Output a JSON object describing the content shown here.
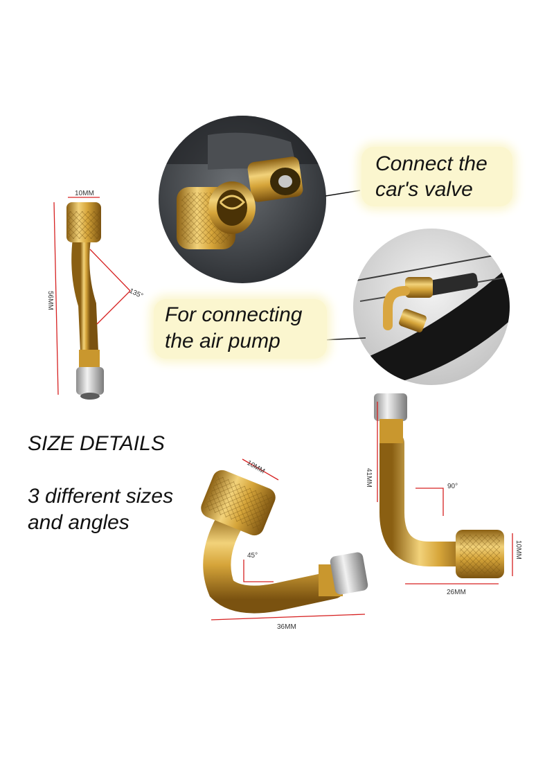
{
  "callouts": {
    "car_valve": [
      "Connect the",
      "car's valve"
    ],
    "air_pump": [
      "For connecting",
      "the air pump"
    ]
  },
  "text": {
    "size_details": "SIZE DETAILS",
    "sizes_line1": "3 different sizes",
    "sizes_line2": "and angles"
  },
  "dimensions": {
    "straight_135": {
      "width": "10MM",
      "length": "56MM",
      "angle": "135°"
    },
    "elbow_45": {
      "width": "10MM",
      "length": "36MM",
      "angle": "45°"
    },
    "elbow_90": {
      "length": "41MM",
      "width": "26MM",
      "height": "10MM",
      "angle": "90°"
    }
  },
  "colors": {
    "brass": "#c99a2e",
    "brass_light": "#f2d27a",
    "dimension_line": "#d62020",
    "callout_bg": "#fbf6cf",
    "chrome": "#cfcfcf"
  }
}
